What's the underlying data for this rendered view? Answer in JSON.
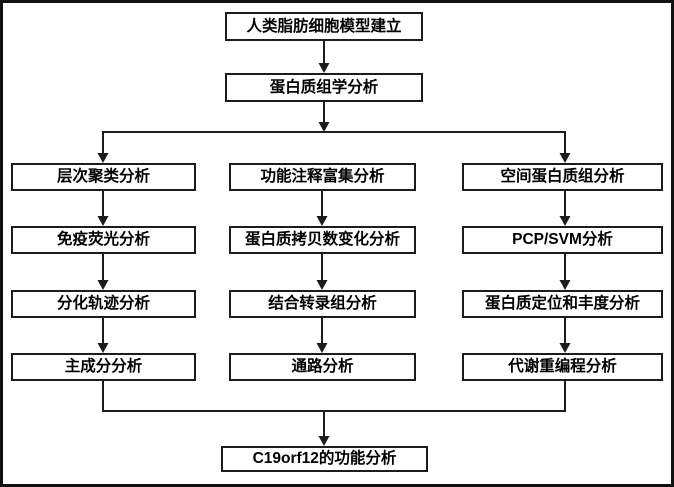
{
  "flowchart": {
    "root": "人类脂肪细胞模型建立",
    "level2": "蛋白质组学分析",
    "columns": [
      [
        "层次聚类分析",
        "免疫荧光分析",
        "分化轨迹分析",
        "主成分分析"
      ],
      [
        "功能注释富集分析",
        "蛋白质拷贝数变化分析",
        "结合转录组分析",
        "通路分析"
      ],
      [
        "空间蛋白质组分析",
        "PCP/SVM分析",
        "蛋白质定位和丰度分析",
        "代谢重编程分析"
      ]
    ],
    "final": "C19orf12的功能分析"
  },
  "colors": {
    "line": "#1c1c1c",
    "box_border": "#1c1c1c",
    "background": "#ffffff",
    "text": "#000000",
    "outer_frame": "#111111"
  }
}
